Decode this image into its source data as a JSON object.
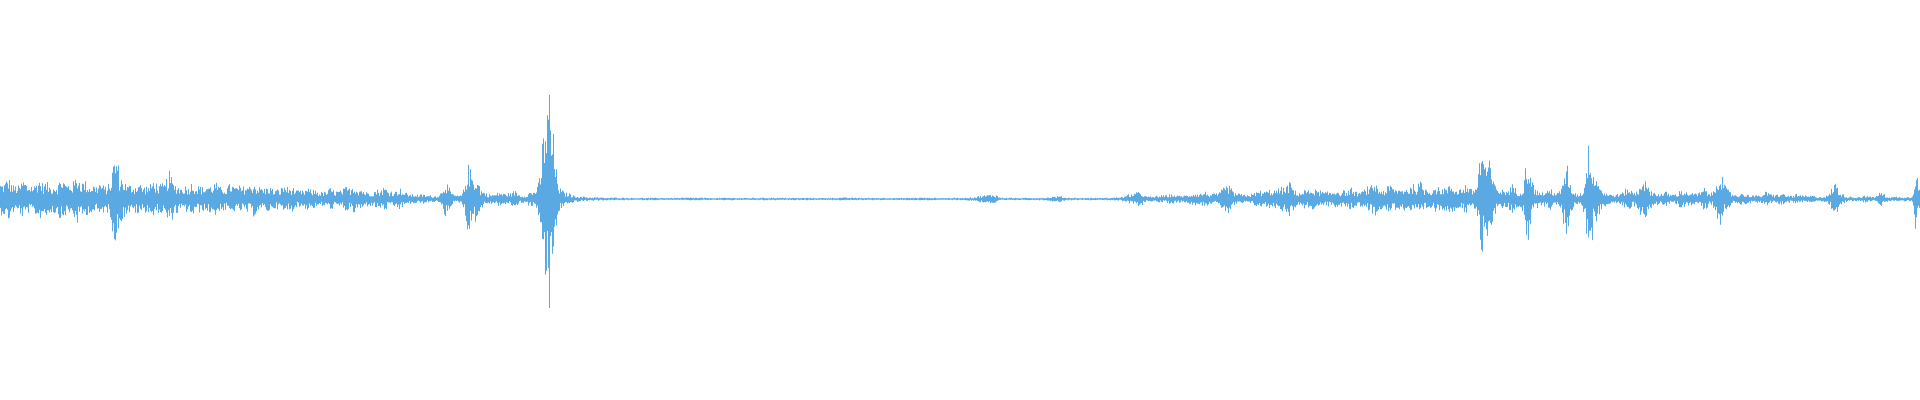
{
  "waveform": {
    "color": "#5aa9e2",
    "background": "#ffffff",
    "amplitude_profile": [
      [
        0.0,
        0.13
      ],
      [
        0.004,
        0.18
      ],
      [
        0.008,
        0.11
      ],
      [
        0.012,
        0.16
      ],
      [
        0.016,
        0.12
      ],
      [
        0.02,
        0.17
      ],
      [
        0.024,
        0.14
      ],
      [
        0.028,
        0.12
      ],
      [
        0.032,
        0.18
      ],
      [
        0.036,
        0.13
      ],
      [
        0.04,
        0.2
      ],
      [
        0.044,
        0.15
      ],
      [
        0.048,
        0.12
      ],
      [
        0.052,
        0.14
      ],
      [
        0.056,
        0.11
      ],
      [
        0.06,
        0.38
      ],
      [
        0.064,
        0.16
      ],
      [
        0.068,
        0.12
      ],
      [
        0.072,
        0.14
      ],
      [
        0.076,
        0.11
      ],
      [
        0.08,
        0.16
      ],
      [
        0.084,
        0.12
      ],
      [
        0.088,
        0.22
      ],
      [
        0.092,
        0.12
      ],
      [
        0.096,
        0.11
      ],
      [
        0.1,
        0.14
      ],
      [
        0.104,
        0.11
      ],
      [
        0.108,
        0.12
      ],
      [
        0.112,
        0.14
      ],
      [
        0.116,
        0.1
      ],
      [
        0.12,
        0.13
      ],
      [
        0.124,
        0.11
      ],
      [
        0.128,
        0.12
      ],
      [
        0.132,
        0.14
      ],
      [
        0.136,
        0.1
      ],
      [
        0.14,
        0.11
      ],
      [
        0.144,
        0.08
      ],
      [
        0.148,
        0.12
      ],
      [
        0.152,
        0.1
      ],
      [
        0.156,
        0.07
      ],
      [
        0.16,
        0.09
      ],
      [
        0.164,
        0.08
      ],
      [
        0.168,
        0.06
      ],
      [
        0.172,
        0.09
      ],
      [
        0.176,
        0.07
      ],
      [
        0.18,
        0.1
      ],
      [
        0.184,
        0.12
      ],
      [
        0.188,
        0.09
      ],
      [
        0.192,
        0.06
      ],
      [
        0.196,
        0.08
      ],
      [
        0.2,
        0.1
      ],
      [
        0.204,
        0.07
      ],
      [
        0.208,
        0.09
      ],
      [
        0.212,
        0.05
      ],
      [
        0.216,
        0.04
      ],
      [
        0.22,
        0.04
      ],
      [
        0.224,
        0.03
      ],
      [
        0.228,
        0.03
      ],
      [
        0.232,
        0.15
      ],
      [
        0.236,
        0.04
      ],
      [
        0.24,
        0.03
      ],
      [
        0.244,
        0.28
      ],
      [
        0.248,
        0.18
      ],
      [
        0.252,
        0.06
      ],
      [
        0.256,
        0.04
      ],
      [
        0.26,
        0.06
      ],
      [
        0.264,
        0.05
      ],
      [
        0.268,
        0.07
      ],
      [
        0.272,
        0.03
      ],
      [
        0.276,
        0.06
      ],
      [
        0.28,
        0.1
      ],
      [
        0.284,
        0.72
      ],
      [
        0.286,
        0.95
      ],
      [
        0.288,
        0.55
      ],
      [
        0.29,
        0.22
      ],
      [
        0.292,
        0.08
      ],
      [
        0.296,
        0.05
      ],
      [
        0.3,
        0.03
      ],
      [
        0.304,
        0.02
      ],
      [
        0.31,
        0.015
      ],
      [
        0.32,
        0.012
      ],
      [
        0.34,
        0.01
      ],
      [
        0.36,
        0.012
      ],
      [
        0.38,
        0.01
      ],
      [
        0.4,
        0.012
      ],
      [
        0.42,
        0.01
      ],
      [
        0.44,
        0.012
      ],
      [
        0.46,
        0.01
      ],
      [
        0.48,
        0.012
      ],
      [
        0.5,
        0.01
      ],
      [
        0.518,
        0.04
      ],
      [
        0.522,
        0.012
      ],
      [
        0.54,
        0.01
      ],
      [
        0.552,
        0.025
      ],
      [
        0.556,
        0.012
      ],
      [
        0.57,
        0.01
      ],
      [
        0.58,
        0.012
      ],
      [
        0.594,
        0.06
      ],
      [
        0.598,
        0.02
      ],
      [
        0.604,
        0.03
      ],
      [
        0.61,
        0.04
      ],
      [
        0.616,
        0.03
      ],
      [
        0.622,
        0.05
      ],
      [
        0.628,
        0.06
      ],
      [
        0.632,
        0.04
      ],
      [
        0.64,
        0.12
      ],
      [
        0.644,
        0.05
      ],
      [
        0.65,
        0.04
      ],
      [
        0.656,
        0.07
      ],
      [
        0.662,
        0.08
      ],
      [
        0.668,
        0.1
      ],
      [
        0.672,
        0.14
      ],
      [
        0.676,
        0.06
      ],
      [
        0.68,
        0.08
      ],
      [
        0.684,
        0.09
      ],
      [
        0.688,
        0.07
      ],
      [
        0.692,
        0.06
      ],
      [
        0.696,
        0.08
      ],
      [
        0.7,
        0.07
      ],
      [
        0.704,
        0.09
      ],
      [
        0.708,
        0.06
      ],
      [
        0.712,
        0.1
      ],
      [
        0.716,
        0.14
      ],
      [
        0.72,
        0.08
      ],
      [
        0.724,
        0.12
      ],
      [
        0.728,
        0.09
      ],
      [
        0.732,
        0.1
      ],
      [
        0.736,
        0.12
      ],
      [
        0.74,
        0.14
      ],
      [
        0.744,
        0.09
      ],
      [
        0.748,
        0.11
      ],
      [
        0.752,
        0.1
      ],
      [
        0.756,
        0.12
      ],
      [
        0.76,
        0.09
      ],
      [
        0.764,
        0.13
      ],
      [
        0.768,
        0.08
      ],
      [
        0.772,
        0.44
      ],
      [
        0.776,
        0.3
      ],
      [
        0.78,
        0.1
      ],
      [
        0.784,
        0.08
      ],
      [
        0.788,
        0.12
      ],
      [
        0.792,
        0.06
      ],
      [
        0.796,
        0.36
      ],
      [
        0.8,
        0.08
      ],
      [
        0.804,
        0.06
      ],
      [
        0.808,
        0.09
      ],
      [
        0.812,
        0.05
      ],
      [
        0.816,
        0.3
      ],
      [
        0.82,
        0.06
      ],
      [
        0.824,
        0.05
      ],
      [
        0.828,
        0.48
      ],
      [
        0.832,
        0.18
      ],
      [
        0.836,
        0.06
      ],
      [
        0.84,
        0.04
      ],
      [
        0.844,
        0.05
      ],
      [
        0.848,
        0.1
      ],
      [
        0.852,
        0.06
      ],
      [
        0.856,
        0.19
      ],
      [
        0.86,
        0.08
      ],
      [
        0.864,
        0.05
      ],
      [
        0.868,
        0.06
      ],
      [
        0.872,
        0.04
      ],
      [
        0.876,
        0.08
      ],
      [
        0.88,
        0.06
      ],
      [
        0.884,
        0.05
      ],
      [
        0.888,
        0.09
      ],
      [
        0.892,
        0.05
      ],
      [
        0.896,
        0.26
      ],
      [
        0.9,
        0.08
      ],
      [
        0.904,
        0.04
      ],
      [
        0.908,
        0.05
      ],
      [
        0.912,
        0.04
      ],
      [
        0.916,
        0.03
      ],
      [
        0.92,
        0.06
      ],
      [
        0.924,
        0.04
      ],
      [
        0.928,
        0.05
      ],
      [
        0.932,
        0.03
      ],
      [
        0.936,
        0.04
      ],
      [
        0.94,
        0.03
      ],
      [
        0.944,
        0.03
      ],
      [
        0.948,
        0.02
      ],
      [
        0.952,
        0.03
      ],
      [
        0.956,
        0.14
      ],
      [
        0.96,
        0.04
      ],
      [
        0.964,
        0.02
      ],
      [
        0.968,
        0.02
      ],
      [
        0.972,
        0.03
      ],
      [
        0.976,
        0.02
      ],
      [
        0.98,
        0.06
      ],
      [
        0.984,
        0.02
      ],
      [
        0.988,
        0.02
      ],
      [
        0.992,
        0.02
      ],
      [
        0.996,
        0.02
      ],
      [
        0.998,
        0.28
      ],
      [
        1.0,
        0.1
      ]
    ]
  }
}
